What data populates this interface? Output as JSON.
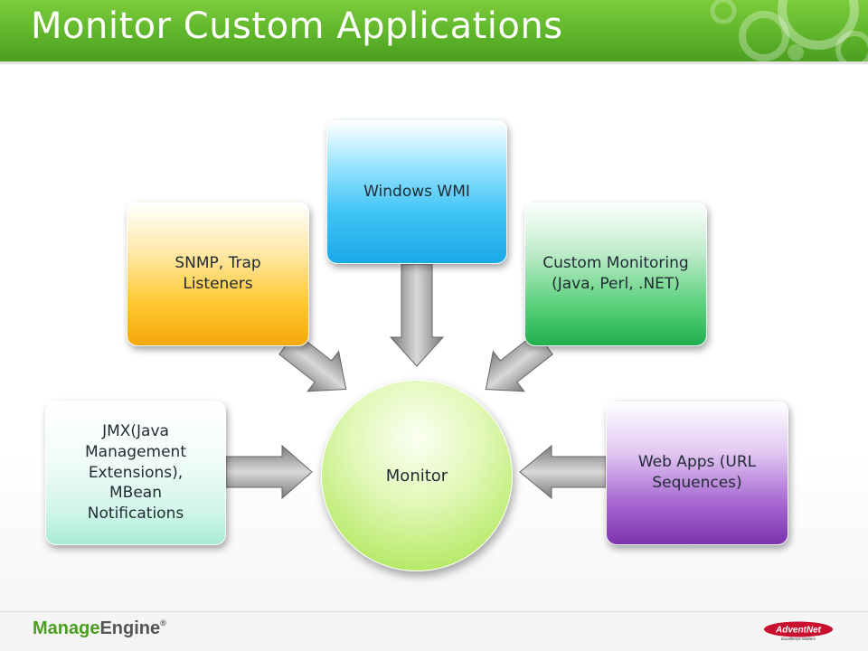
{
  "header": {
    "title": "Monitor Custom Applications"
  },
  "diagram": {
    "center": "Monitor",
    "nodes": {
      "wmi": "Windows WMI",
      "snmp": "SNMP, Trap Listeners",
      "custom": "Custom Monitoring (Java, Perl, .NET)",
      "jmx": "JMX(Java Management Extensions), MBean Notifications",
      "web": "Web Apps (URL Sequences)"
    }
  },
  "footer": {
    "brand_part1": "Manage",
    "brand_part2": "Engine",
    "brand_mark": "®",
    "partner_logo": "AdventNet",
    "partner_tagline": "Excellence Matters"
  },
  "colors": {
    "header_green": "#5fb52a",
    "wmi": "#1aa8e8",
    "snmp": "#f5a80a",
    "custom": "#1fb050",
    "jmx": "#a9ecd6",
    "web": "#7b34ad",
    "center": "#9fe04a"
  }
}
